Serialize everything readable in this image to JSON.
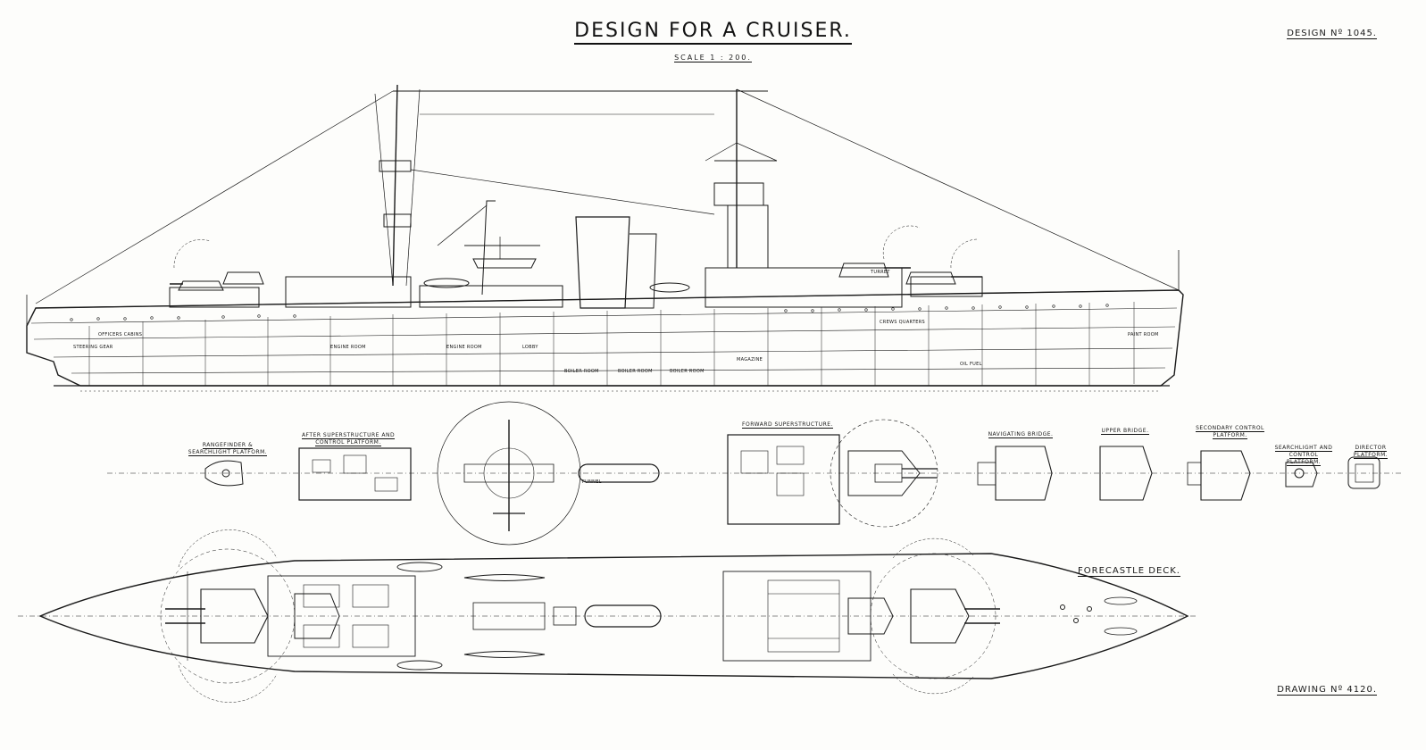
{
  "header": {
    "title": "DESIGN FOR A CRUISER.",
    "scale": "SCALE 1 : 200.",
    "design_no": "DESIGN Nº 1045.",
    "drawing_no": "DRAWING Nº 4120."
  },
  "plan_labels": {
    "forecastle_deck": "FORECASTLE DECK.",
    "rangefinder": "RANGEFINDER & SEARCHLIGHT PLATFORM.",
    "after_superstructure": "AFTER SUPERSTRUCTURE AND CONTROL PLATFORM.",
    "forward_superstructure": "FORWARD SUPERSTRUCTURE.",
    "navigating_bridge": "NAVIGATING BRIDGE.",
    "upper_bridge": "UPPER BRIDGE.",
    "secondary_control": "SECONDARY CONTROL PLATFORM.",
    "searchlight_control": "SEARCHLIGHT AND CONTROL PLATFORM.",
    "director_platform": "DIRECTOR PLATFORM."
  },
  "profile_labels": {
    "officers_cabins": "OFFICERS CABINS",
    "steering_gear": "STEERING GEAR",
    "engine_room_aft": "ENGINE ROOM",
    "engine_room_fwd": "ENGINE ROOM",
    "boiler_room_1": "BOILER ROOM",
    "boiler_room_2": "BOILER ROOM",
    "boiler_room_3": "BOILER ROOM",
    "crews_quarters": "CREWS QUARTERS",
    "lobby": "LOBBY",
    "magazine": "MAGAZINE",
    "oil_fuel": "OIL FUEL",
    "turret": "TURRET",
    "paint_room": "PAINT ROOM",
    "funnel": "FUNNEL"
  }
}
